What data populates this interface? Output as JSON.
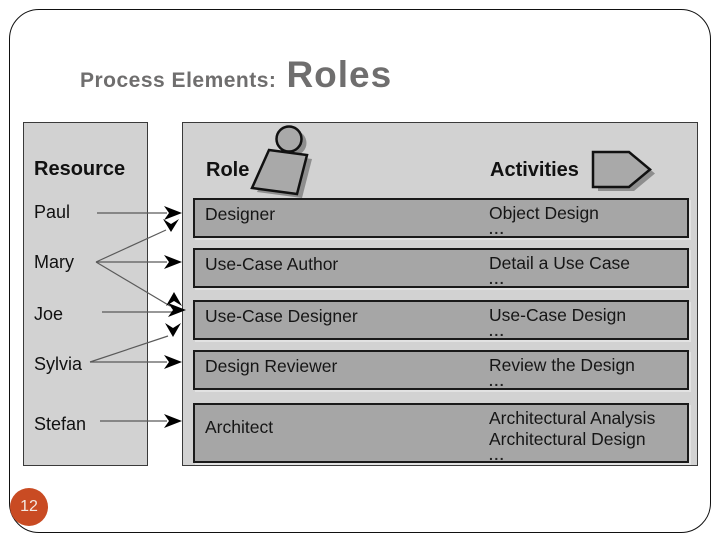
{
  "header": {
    "title_prefix": "Process Elements:",
    "title_main": "Roles"
  },
  "page_number": "12",
  "resource_panel": {
    "header": "Resource",
    "names": [
      "Paul",
      "Mary",
      "Joe",
      "Sylvia",
      "Stefan"
    ]
  },
  "role_panel": {
    "role_header": "Role",
    "activities_header": "Activities",
    "rows": [
      {
        "role": "Designer",
        "activity": "Object Design",
        "more": "..."
      },
      {
        "role": "Use-Case Author",
        "activity": "Detail a Use Case",
        "more": "..."
      },
      {
        "role": "Use-Case Designer",
        "activity": "Use-Case Design",
        "more": "..."
      },
      {
        "role": "Design Reviewer",
        "activity": "Review the Design",
        "more": "..."
      },
      {
        "role": "Architect",
        "activity": "Architectural Analysis",
        "activity2": "Architectural Design",
        "more": "..."
      }
    ]
  },
  "mappings": [
    {
      "from": "Paul",
      "to": "Designer"
    },
    {
      "from": "Mary",
      "to": "Designer"
    },
    {
      "from": "Mary",
      "to": "Use-Case Author"
    },
    {
      "from": "Mary",
      "to": "Use-Case Designer"
    },
    {
      "from": "Joe",
      "to": "Use-Case Designer"
    },
    {
      "from": "Sylvia",
      "to": "Use-Case Designer"
    },
    {
      "from": "Sylvia",
      "to": "Design Reviewer"
    },
    {
      "from": "Stefan",
      "to": "Architect"
    }
  ],
  "colors": {
    "accent": "#c94b23",
    "panel_bg": "#d2d2d2",
    "row_bg": "#a6a6a6",
    "title_gray": "#6f6e6e"
  }
}
